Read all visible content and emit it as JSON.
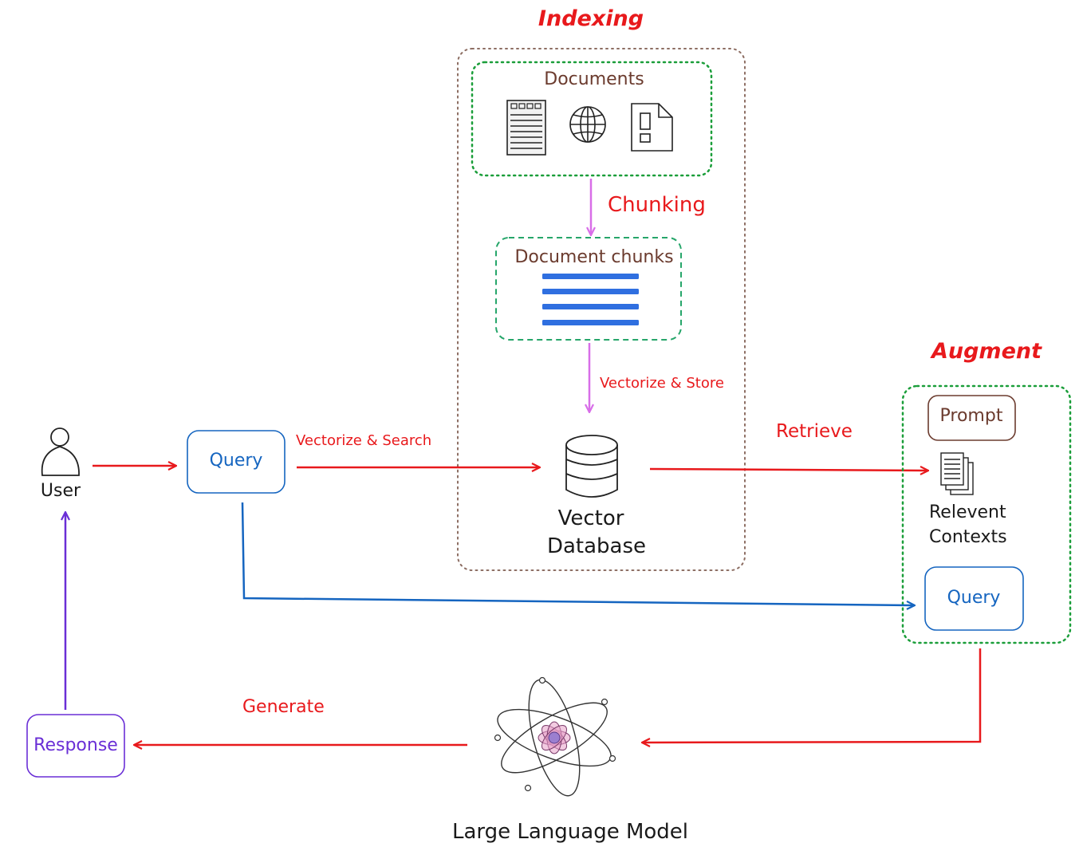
{
  "sections": {
    "indexing": "Indexing",
    "augment": "Augment"
  },
  "steps": {
    "chunking": "Chunking",
    "vectorize_store": "Vectorize & Store",
    "vectorize_search": "Vectorize & Search",
    "retrieve": "Retrieve",
    "generate": "Generate"
  },
  "nodes": {
    "documents": "Documents",
    "document_chunks": "Document chunks",
    "vector_database_line1": "Vector",
    "vector_database_line2": "Database",
    "user": "User",
    "query": "Query",
    "prompt": "Prompt",
    "relevant_contexts_line1": "Relevent",
    "relevant_contexts_line2": "Contexts",
    "augment_query": "Query",
    "response": "Response",
    "llm": "Large Language Model"
  },
  "colors": {
    "flow_arrow": "#e8191c",
    "chunk_arrow": "#d86ee8",
    "query_arrow": "#1565c0",
    "response_arrow": "#6a2fd6",
    "chunk_bars": "#2f6fe0",
    "indexing_border": "#8d6e63",
    "documents_border": "#1b9e3a",
    "augment_border": "#1b9e3a",
    "chunks_border": "#26a66a"
  }
}
